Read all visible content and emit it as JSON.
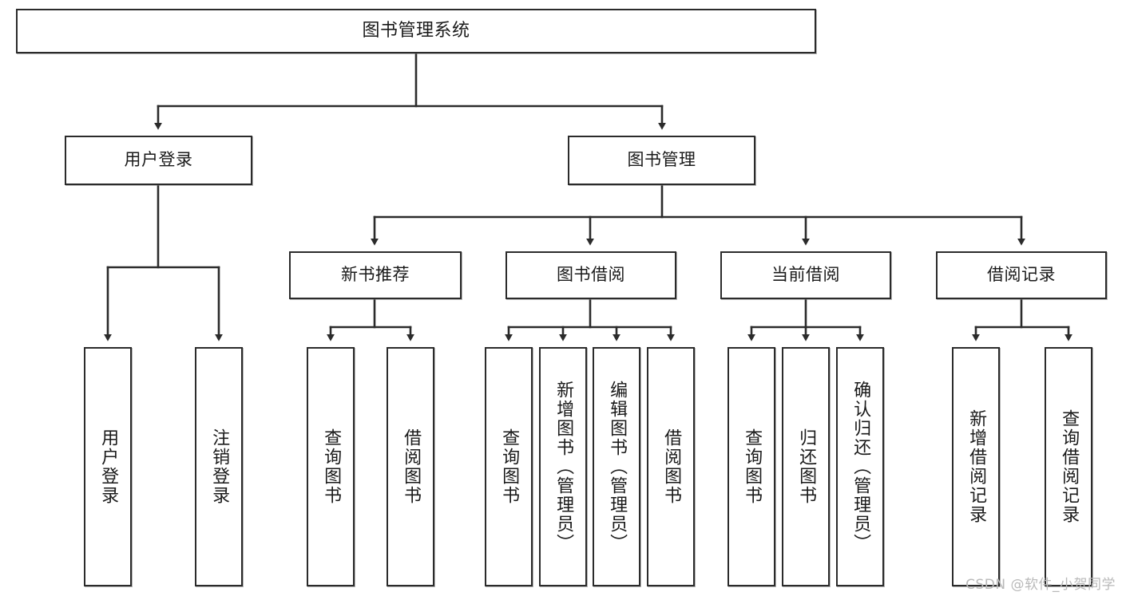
{
  "diagram": {
    "title": "图书管理系统",
    "type": "tree-hierarchy",
    "watermark": "CSDN @软件_小贺同学",
    "colors": {
      "stroke": "#2b2b2b",
      "fill": "#ffffff",
      "text": "#1a1a1a",
      "watermark": "#b9b9b9"
    },
    "levels": {
      "root": {
        "label": "图书管理系统"
      },
      "level2": [
        {
          "label": "用户登录"
        },
        {
          "label": "图书管理"
        }
      ],
      "level3": [
        {
          "label": "新书推荐"
        },
        {
          "label": "图书借阅"
        },
        {
          "label": "当前借阅"
        },
        {
          "label": "借阅记录"
        }
      ],
      "leaves": [
        {
          "label": "用户登录",
          "parent": "用户登录"
        },
        {
          "label": "注销登录",
          "parent": "用户登录"
        },
        {
          "label": "查询图书",
          "parent": "新书推荐"
        },
        {
          "label": "借阅图书",
          "parent": "新书推荐"
        },
        {
          "label": "查询图书",
          "parent": "图书借阅"
        },
        {
          "label": "新增图书（管理员）",
          "parent": "图书借阅"
        },
        {
          "label": "编辑图书（管理员）",
          "parent": "图书借阅"
        },
        {
          "label": "借阅图书",
          "parent": "图书借阅"
        },
        {
          "label": "查询图书",
          "parent": "当前借阅"
        },
        {
          "label": "归还图书",
          "parent": "当前借阅"
        },
        {
          "label": "确认归还（管理员）",
          "parent": "当前借阅"
        },
        {
          "label": "新增借阅记录",
          "parent": "借阅记录"
        },
        {
          "label": "查询借阅记录",
          "parent": "借阅记录"
        }
      ]
    }
  }
}
